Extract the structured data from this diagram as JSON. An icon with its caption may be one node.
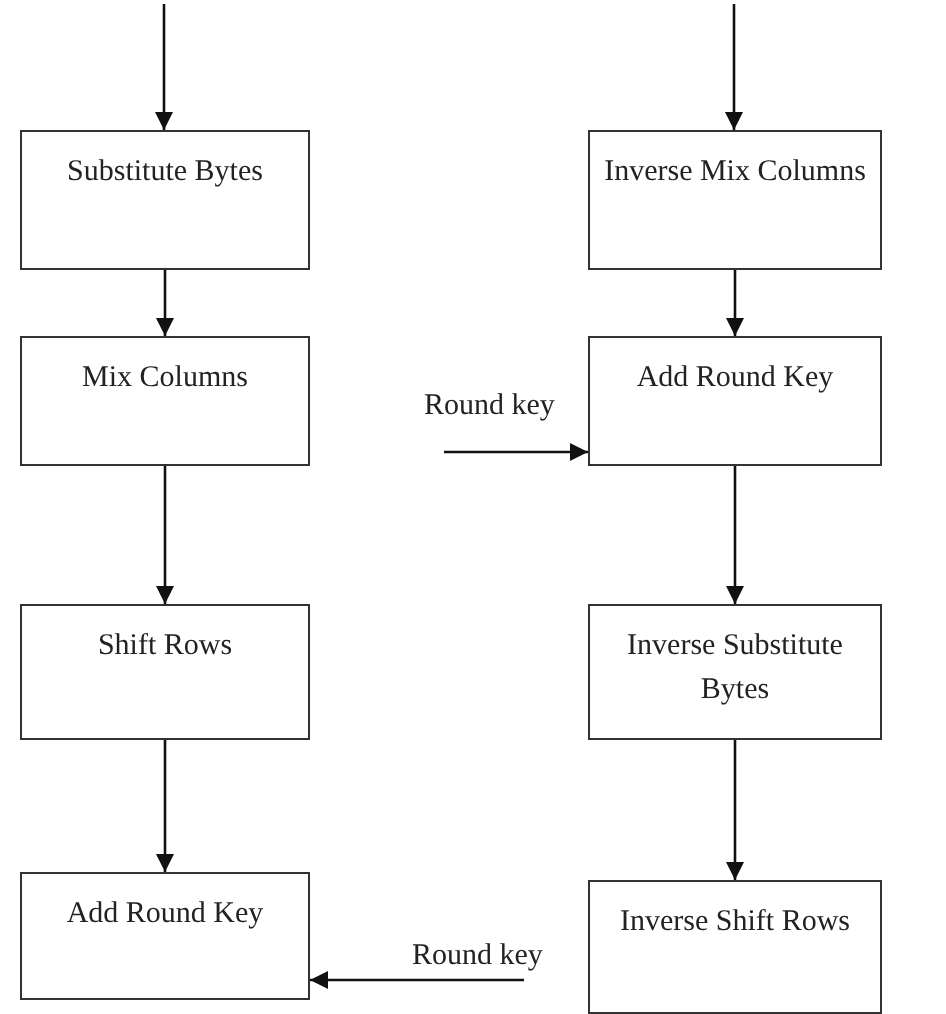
{
  "diagram": {
    "nodes": [
      {
        "text": [
          "Substitute Bytes"
        ]
      },
      {
        "text": [
          "Mix Columns"
        ]
      },
      {
        "text": [
          "Shift Rows"
        ]
      },
      {
        "text": [
          "Add Round Key"
        ]
      },
      {
        "text": [
          "Inverse Mix Columns"
        ]
      },
      {
        "text": [
          "Add Round Key"
        ]
      },
      {
        "text": [
          "Inverse Substitute Bytes"
        ]
      },
      {
        "text": [
          "Inverse Shift Rows"
        ]
      }
    ],
    "edges": [
      {
        "from": null,
        "to": 0,
        "arrow": "to"
      },
      {
        "from": 0,
        "to": 1,
        "arrow": "to"
      },
      {
        "from": 1,
        "to": 2,
        "arrow": "to"
      },
      {
        "from": 2,
        "to": 3,
        "arrow": "to"
      },
      {
        "from": null,
        "to": 4,
        "arrow": "to"
      },
      {
        "from": 4,
        "to": 5,
        "arrow": "to"
      },
      {
        "from": 5,
        "to": 6,
        "arrow": "to"
      },
      {
        "from": 6,
        "to": 7,
        "arrow": "to"
      },
      {
        "from": null,
        "to": 5,
        "arrow": "to",
        "label": "Round key"
      },
      {
        "from": null,
        "to": 3,
        "arrow": "to",
        "label": "Round key"
      }
    ]
  }
}
